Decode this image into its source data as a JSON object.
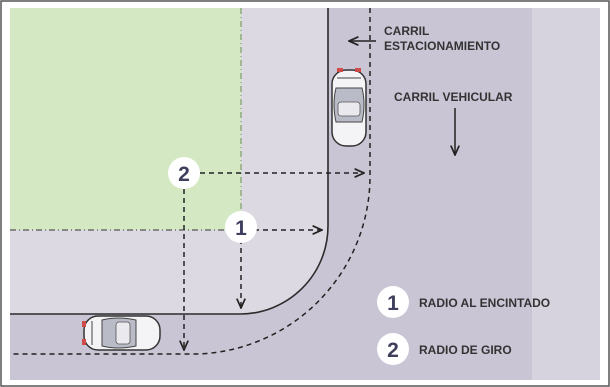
{
  "labels": {
    "parking_lane_line1": "CARRIL",
    "parking_lane_line2": "ESTACIONAMIENTO",
    "vehicle_lane": "CARRIL VEHICULAR"
  },
  "markers": {
    "curb_number": "1",
    "turn_number": "2"
  },
  "legend": {
    "items": [
      {
        "number": "1",
        "text": "RADIO AL ENCINTADO"
      },
      {
        "number": "2",
        "text": "RADIO DE GIRO"
      }
    ]
  },
  "colors": {
    "green_area": "#d3e8c3",
    "sidewalk": "#dcd9e2",
    "road": "#c9c5d4",
    "curb_line": "#2b2b2b",
    "text": "#333333",
    "marker_fill": "#ffffff"
  },
  "icons": [
    "car-icon",
    "arrow-left-icon",
    "arrow-down-icon"
  ]
}
